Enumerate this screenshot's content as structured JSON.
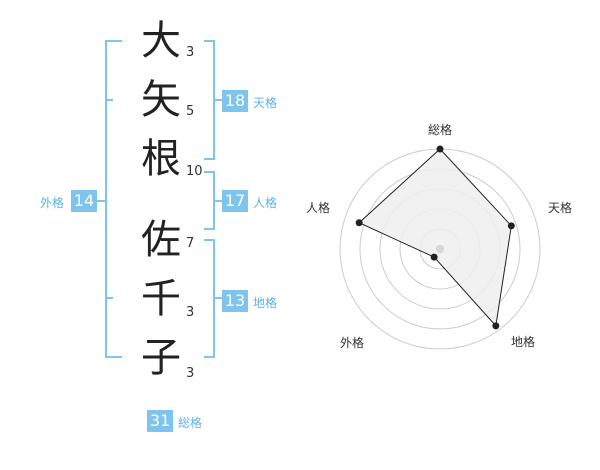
{
  "characters": [
    {
      "char": "大",
      "strokes": "3"
    },
    {
      "char": "矢",
      "strokes": "5"
    },
    {
      "char": "根",
      "strokes": "10"
    },
    {
      "char": "佐",
      "strokes": "7"
    },
    {
      "char": "千",
      "strokes": "3"
    },
    {
      "char": "子",
      "strokes": "3"
    }
  ],
  "kaku": {
    "tenkaku": {
      "value": "18",
      "label": "天格"
    },
    "jinkaku": {
      "value": "17",
      "label": "人格"
    },
    "chikaku": {
      "value": "13",
      "label": "地格"
    },
    "gaikaku": {
      "value": "14",
      "label": "外格"
    },
    "soukaku": {
      "value": "31",
      "label": "総格"
    }
  },
  "radar": {
    "axes": [
      "総格",
      "天格",
      "地格",
      "外格",
      "人格"
    ],
    "levels": [
      1.0,
      0.75,
      0.95,
      0.1,
      0.85
    ],
    "ring_color": "#cccccc",
    "fill_color": "#eeeeee",
    "line_color": "#222222"
  },
  "colors": {
    "accent": "#7fc4ec",
    "bracket": "#7fc4ec"
  }
}
